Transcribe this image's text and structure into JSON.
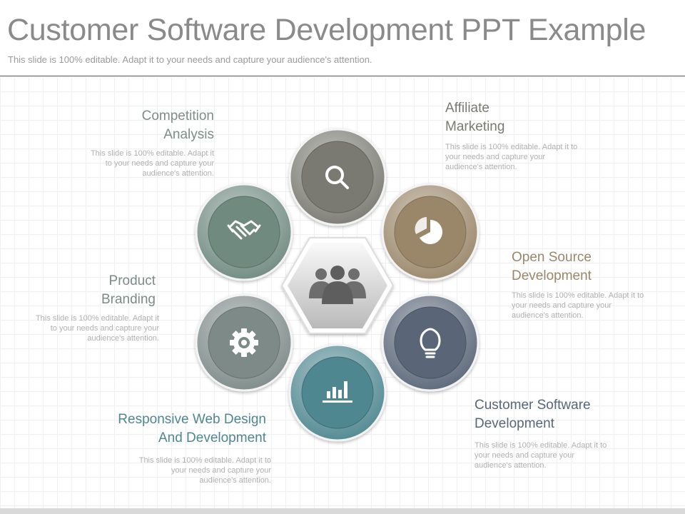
{
  "slide": {
    "title": "Customer Software Development PPT Example",
    "subtitle": "This slide is 100% editable. Adapt it to your needs and capture your audience's attention."
  },
  "items": [
    {
      "label": "Competition\nAnalysis",
      "description": "This slide is 100% editable. Adapt it\nto your needs and capture your\naudience's attention.",
      "color": "#6f8a80",
      "icon": "handshake-icon"
    },
    {
      "label": "Affiliate\nMarketing",
      "description": "This slide is 100% editable. Adapt it to\nyour needs and capture your\naudience's attention.",
      "color": "#7a7a72",
      "icon": "search-icon"
    },
    {
      "label": "Open Source\nDevelopment",
      "description": "This slide is 100% editable. Adapt it to\nyour needs and capture your\naudience's attention.",
      "color": "#9a876a",
      "icon": "pie-chart-icon"
    },
    {
      "label": "Product\nBranding",
      "description": "This slide is 100% editable. Adapt it\nto your needs and capture your\naudience's attention.",
      "color": "#7d8a88",
      "icon": "gear-icon"
    },
    {
      "label": "Responsive Web Design\nAnd Development",
      "description": "This slide is 100% editable. Adapt it to\nyour needs and capture your\naudience's attention.",
      "color": "#4f8790",
      "icon": "bar-chart-icon"
    },
    {
      "label": "Customer Software\nDevelopment",
      "description": "This slide is 100% editable. Adapt it to\nyour needs and capture your\naudience's attention.",
      "color": "#5a6678",
      "icon": "lightbulb-icon"
    }
  ],
  "center": {
    "icon": "team-icon"
  }
}
